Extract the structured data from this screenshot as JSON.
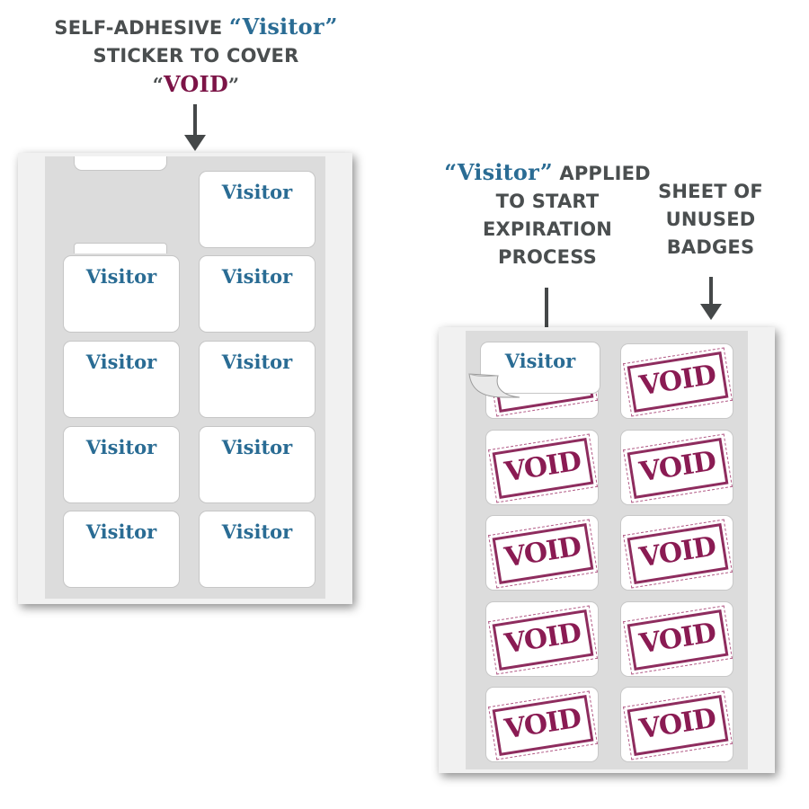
{
  "callouts": {
    "left": {
      "line1_prefix": "SELF-ADHESIVE ",
      "line1_word": "Visitor",
      "line2": "STICKER TO COVER",
      "line3_word": "VOID"
    },
    "middle": {
      "line1_word": "Visitor",
      "line1_suffix": " APPLIED",
      "line2": "TO START",
      "line3": "EXPIRATION",
      "line4": "PROCESS"
    },
    "right": {
      "line1": "SHEET OF",
      "line2": "UNUSED",
      "line3": "BADGES"
    }
  },
  "left_sheet": {
    "sticker_label": "Visitor",
    "rows": [
      [
        "",
        "Visitor"
      ],
      [
        "Visitor",
        "Visitor"
      ],
      [
        "Visitor",
        "Visitor"
      ],
      [
        "Visitor",
        "Visitor"
      ],
      [
        "Visitor",
        "Visitor"
      ]
    ]
  },
  "right_sheet": {
    "applied_label": "Visitor",
    "stamp_text": "VOID",
    "rows": [
      [
        "Visitor",
        "VOID"
      ],
      [
        "VOID",
        "VOID"
      ],
      [
        "VOID",
        "VOID"
      ],
      [
        "VOID",
        "VOID"
      ],
      [
        "VOID",
        "VOID"
      ]
    ]
  },
  "colors": {
    "visitor_blue": "#2a6c94",
    "void_maroon": "#8a1b53",
    "callout_gray": "#4a4e4f"
  }
}
